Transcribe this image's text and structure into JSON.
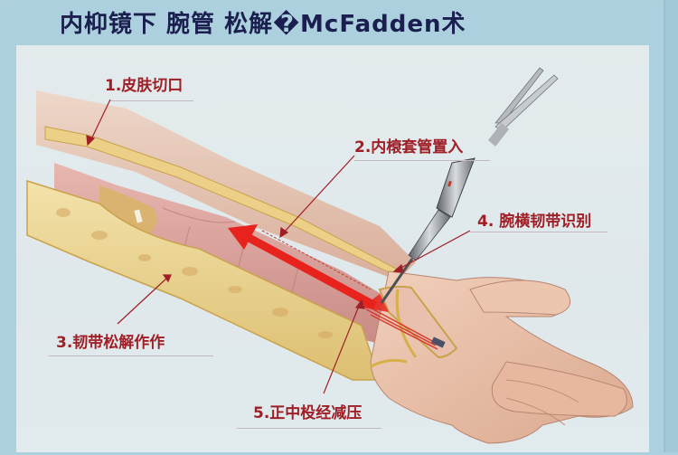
{
  "title": "内枊镜下 腕管 松解�McFadden术",
  "labels": [
    {
      "id": "skin-incision",
      "text": "1.皮肤切口"
    },
    {
      "id": "endoscope-sheath-insertion",
      "text": "2.内榱套管置入"
    },
    {
      "id": "ligament-release",
      "text": "3.韧带松解作作"
    },
    {
      "id": "transverse-carpal-ligament-identification",
      "text": "4. 腕横韧带识别"
    },
    {
      "id": "median-nerve-decompression",
      "text": "5.正中杸经减压"
    }
  ],
  "colors": {
    "frame": "#aed0dd",
    "panel": "#e1eaed",
    "title": "#1b1f4f",
    "label": "#a01f27",
    "arrow": "#e8231d",
    "skin": "#e8bfa6",
    "bone": "#ead28f",
    "tendon": "#dca4a0"
  }
}
